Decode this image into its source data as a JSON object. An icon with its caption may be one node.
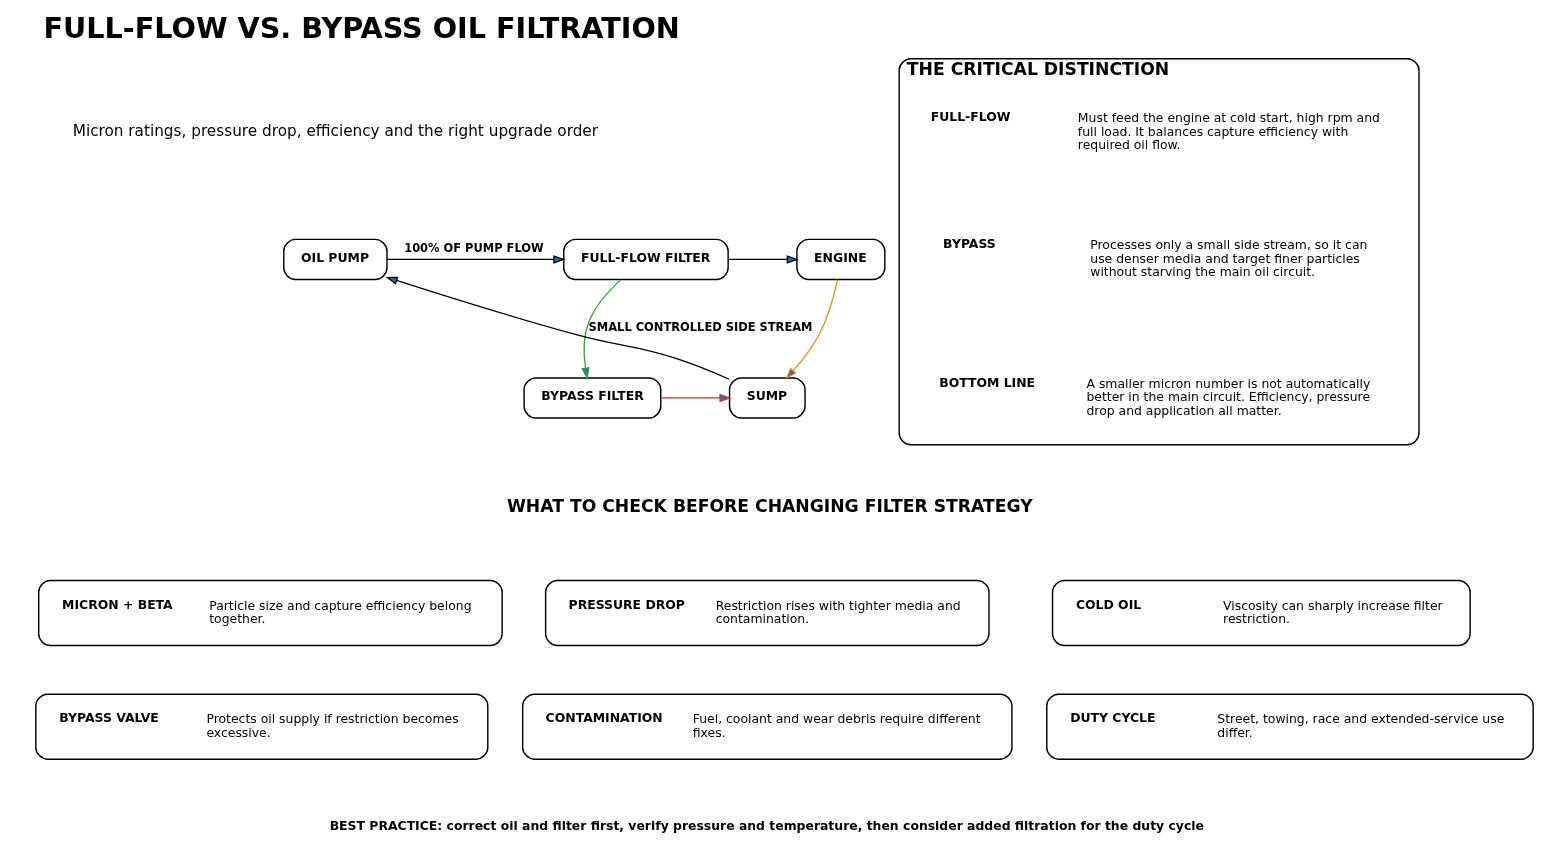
{
  "diagram": {
    "title": "FULL-FLOW VS. BYPASS OIL FILTRATION",
    "nodes": [
      {
        "text": [
          "OIL PUMP"
        ]
      },
      {
        "text": [
          "FULL-FLOW FILTER"
        ]
      },
      {
        "text": [
          "ENGINE"
        ]
      },
      {
        "text": [
          "SUMP"
        ]
      },
      {
        "text": [
          "BYPASS FILTER"
        ]
      },
      {
        "text": [
          "THE CRITICAL DISTINCTION"
        ]
      },
      {
        "text": [
          "FULL-FLOW",
          "Must feed the engine at cold start, high rpm and full load. It balances capture efficiency with required oil flow."
        ],
        "in": 5
      },
      {
        "text": [
          "BYPASS",
          "Processes only a small side stream, so it can use denser media and target finer particles without starving the main oil circuit."
        ],
        "in": 5
      },
      {
        "text": [
          "BOTTOM LINE",
          "A smaller micron number is not automatically better in the main circuit. Efficiency, pressure drop and application all matter."
        ],
        "in": 5
      },
      {
        "text": [
          "MICRON + BETA",
          "Particle size and capture efficiency belong together."
        ]
      },
      {
        "text": [
          "PRESSURE DROP",
          "Restriction rises with tighter media and contamination."
        ]
      },
      {
        "text": [
          "COLD OIL",
          "Viscosity can sharply increase filter restriction."
        ]
      },
      {
        "text": [
          "BYPASS VALVE",
          "Protects oil supply if restriction becomes excessive."
        ]
      },
      {
        "text": [
          "CONTAMINATION",
          "Fuel, coolant and wear debris require different fixes."
        ]
      },
      {
        "text": [
          "DUTY CYCLE",
          "Street, towing, race and extended-service use differ."
        ]
      }
    ],
    "edges": [
      {
        "from": 0,
        "to": 1,
        "arrow": "to",
        "label": "100% OF PUMP FLOW"
      },
      {
        "from": 1,
        "to": 2,
        "arrow": "to"
      },
      {
        "from": 3,
        "to": 0,
        "arrow": "to"
      },
      {
        "from": 1,
        "to": 4,
        "arrow": "to",
        "label": "SMALL CONTROLLED SIDE STREAM",
        "color": "#2ca02c"
      },
      {
        "from": 2,
        "to": 3,
        "arrow": "to",
        "color": "#ff7f0e"
      },
      {
        "from": 4,
        "to": 3,
        "arrow": "to",
        "color": "#d62728"
      }
    ],
    "labels": [
      "Micron ratings, pressure drop, efficiency and the right upgrade order",
      "WHAT TO CHECK BEFORE CHANGING FILTER STRATEGY",
      "BEST PRACTICE: correct oil and filter first, verify pressure and temperature, then consider added filtration for the duty cycle"
    ]
  }
}
